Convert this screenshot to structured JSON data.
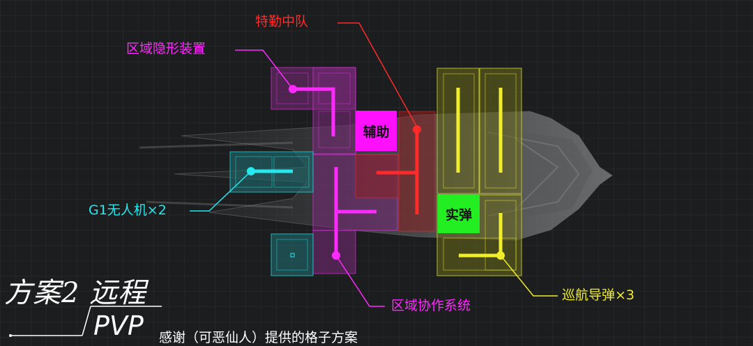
{
  "labels": {
    "special_squad": "特勤中队",
    "stealth_device": "区域隐形装置",
    "drone": "G1无人机×2",
    "cruise_missile": "巡航导弹×3",
    "coop_system": "区域协作系统"
  },
  "blocks": {
    "support": "辅助",
    "live_ammo": "实弹"
  },
  "title": {
    "main": "方案2 远程",
    "sub": "PVP",
    "credit": "感谢（可恶仙人）提供的格子方案"
  },
  "colors": {
    "red": "#ff2a2a",
    "magenta": "#ff2aff",
    "cyan": "#26e8ee",
    "yellow": "#f0ee2c",
    "green": "#22ee22"
  }
}
